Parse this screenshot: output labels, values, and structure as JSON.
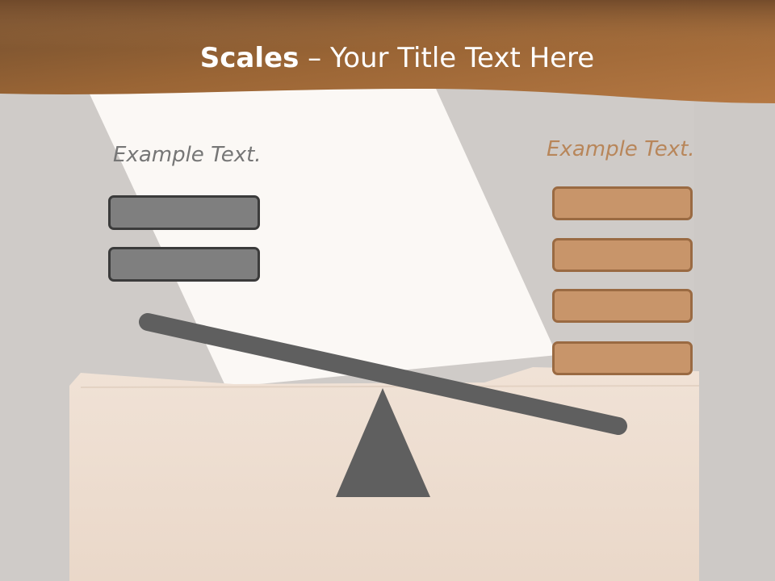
{
  "title": {
    "bold": "Scales",
    "rest": " – Your Title Text Here"
  },
  "left_side": {
    "label": "Example Text.",
    "box_count": 2
  },
  "right_side": {
    "label": "Example Text.",
    "box_count": 4
  },
  "colors": {
    "header_brown": "#a96f3c",
    "left_boxes": "#7f7f7f",
    "right_boxes": "#c8956a",
    "scale": "#5f5f5f",
    "right_label": "#b8865a",
    "left_label": "#767676"
  }
}
